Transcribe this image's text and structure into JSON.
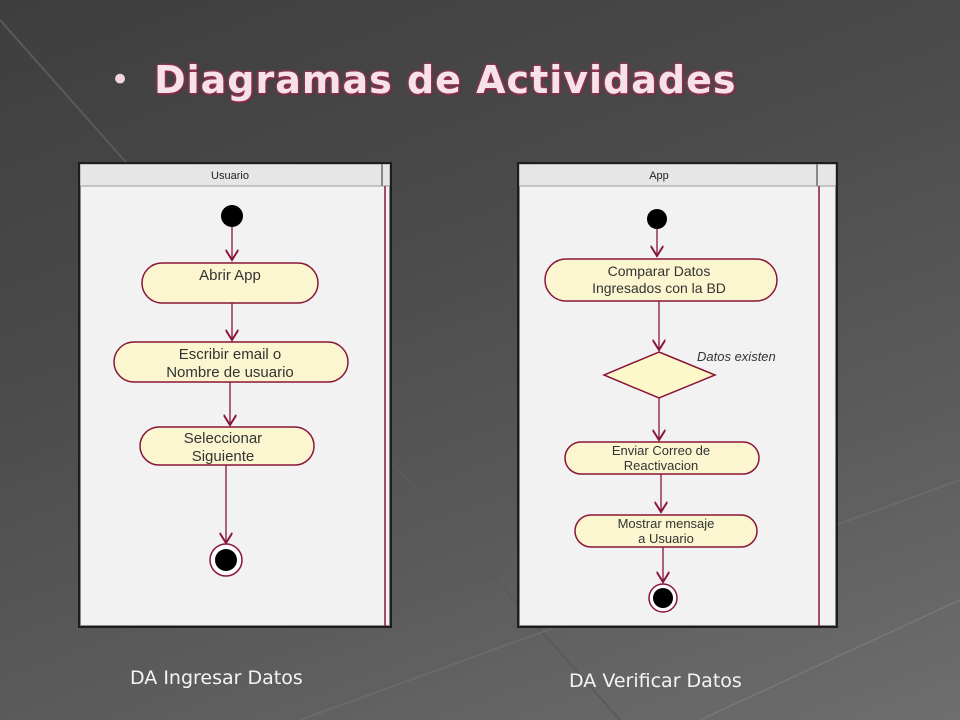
{
  "slide": {
    "bullet": "•",
    "title": "Diagramas de Actividades"
  },
  "diagram_left": {
    "swimlane": "Usuario",
    "activities": [
      {
        "line1": "Abrir App",
        "line2": ""
      },
      {
        "line1": "Escribir email o",
        "line2": "Nombre de usuario"
      },
      {
        "line1": "Seleccionar",
        "line2": "Siguiente"
      }
    ],
    "caption": "DA Ingresar Datos"
  },
  "diagram_right": {
    "swimlane": "App",
    "activities": [
      {
        "line1": "Comparar Datos",
        "line2": "Ingresados con la BD"
      },
      {
        "line1": "Enviar Correo de",
        "line2": "Reactivacion"
      },
      {
        "line1": "Mostrar mensaje",
        "line2": "a Usuario"
      }
    ],
    "guard": "Datos existen",
    "caption": "DA Verificar Datos"
  },
  "colors": {
    "node_fill": "#fbf6cf",
    "node_stroke": "#8a1538",
    "diamond_fill": "#fdf8c9",
    "title_glow": "#b8335a"
  }
}
